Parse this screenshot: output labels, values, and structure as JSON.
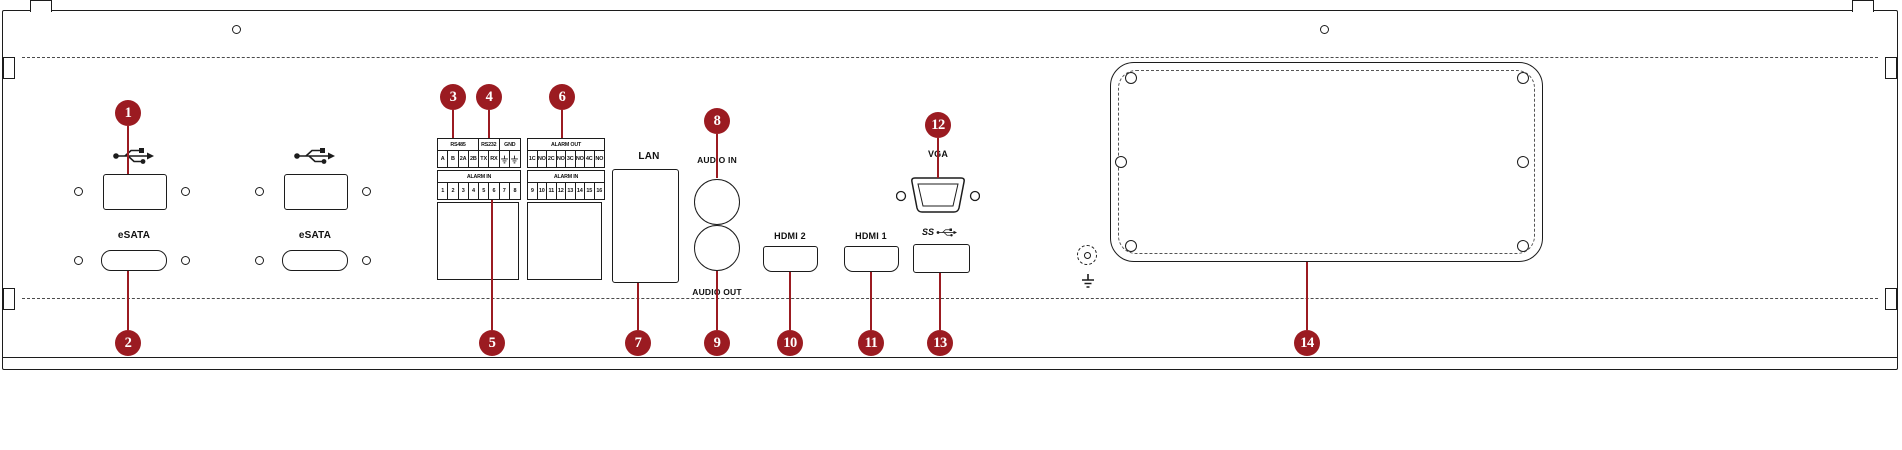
{
  "colors": {
    "callout_red": "#9b1b21",
    "outline": "#1c1c1c"
  },
  "callouts": [
    "1",
    "2",
    "3",
    "4",
    "5",
    "6",
    "7",
    "8",
    "9",
    "10",
    "11",
    "12",
    "13",
    "14"
  ],
  "labels": {
    "esata_1": "eSATA",
    "esata_2": "eSATA",
    "lan": "LAN",
    "audio_in": "AUDIO IN",
    "audio_out": "AUDIO OUT",
    "hdmi_2": "HDMI 2",
    "hdmi_1": "HDMI 1",
    "vga": "VGA",
    "usb3_ss": "SS"
  },
  "terminal": {
    "serial": {
      "headers": [
        "RS485",
        "RS232",
        "GND"
      ],
      "pins": [
        "A",
        "B",
        "2A",
        "2B",
        "TX",
        "RX"
      ]
    },
    "alarm_out": {
      "header": "ALARM OUT",
      "pins": [
        "1C",
        "NO",
        "2C",
        "NO",
        "3C",
        "NO",
        "4C",
        "NO"
      ]
    },
    "alarm_in_1": {
      "header": "ALARM IN",
      "pins": [
        "1",
        "2",
        "3",
        "4",
        "5",
        "6",
        "7",
        "8"
      ]
    },
    "alarm_in_2": {
      "header": "ALARM IN",
      "pins": [
        "9",
        "10",
        "11",
        "12",
        "13",
        "14",
        "15",
        "16"
      ]
    }
  },
  "icons": {
    "usb_ports": "usb-trident-icon",
    "usb3_port": "usb3-ss-icon",
    "serial_ground_pins": "earth-ground-icon",
    "power_inlet": "power-inlet-icon",
    "chassis_ground": "earth-ground-icon"
  }
}
